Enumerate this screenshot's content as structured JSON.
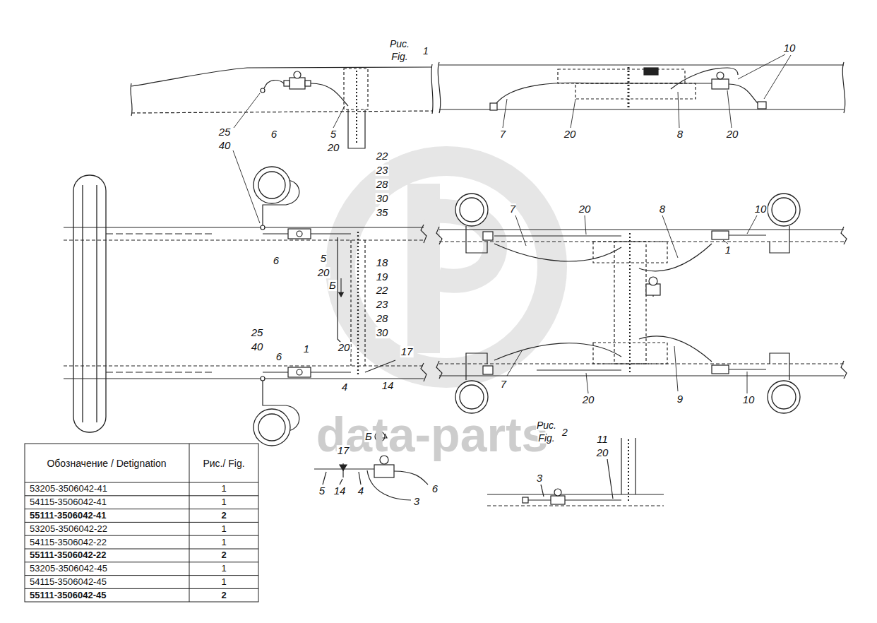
{
  "diagram": {
    "labels": [
      "Рис.",
      "Fig.",
      "1",
      "25",
      "40",
      "6",
      "5",
      "20",
      "22",
      "23",
      "28",
      "30",
      "35",
      "6",
      "5",
      "20",
      "18",
      "19",
      "22",
      "23",
      "28",
      "30",
      "Б",
      "25",
      "40",
      "1",
      "20",
      "17",
      "6",
      "4",
      "14",
      "Б",
      "17",
      "5",
      "14",
      "4",
      "3",
      "6",
      "10",
      "7",
      "20",
      "8",
      "20",
      "7",
      "20",
      "8",
      "10",
      "1",
      "7",
      "20",
      "9",
      "10",
      "Рис.",
      "Fig.",
      "2",
      "11",
      "20",
      "3",
      "Обозначение / Detignation",
      "Рис./ Fig.",
      "53205-3506042-41",
      "1",
      "54115-3506042-41",
      "1",
      "55111-3506042-41",
      "2",
      "53205-3506042-22",
      "1",
      "54115-3506042-22",
      "1",
      "55111-3506042-22",
      "2",
      "53205-3506042-45",
      "1",
      "54115-3506042-45",
      "1",
      "55111-3506042-45",
      "2",
      "data-parts"
    ]
  }
}
